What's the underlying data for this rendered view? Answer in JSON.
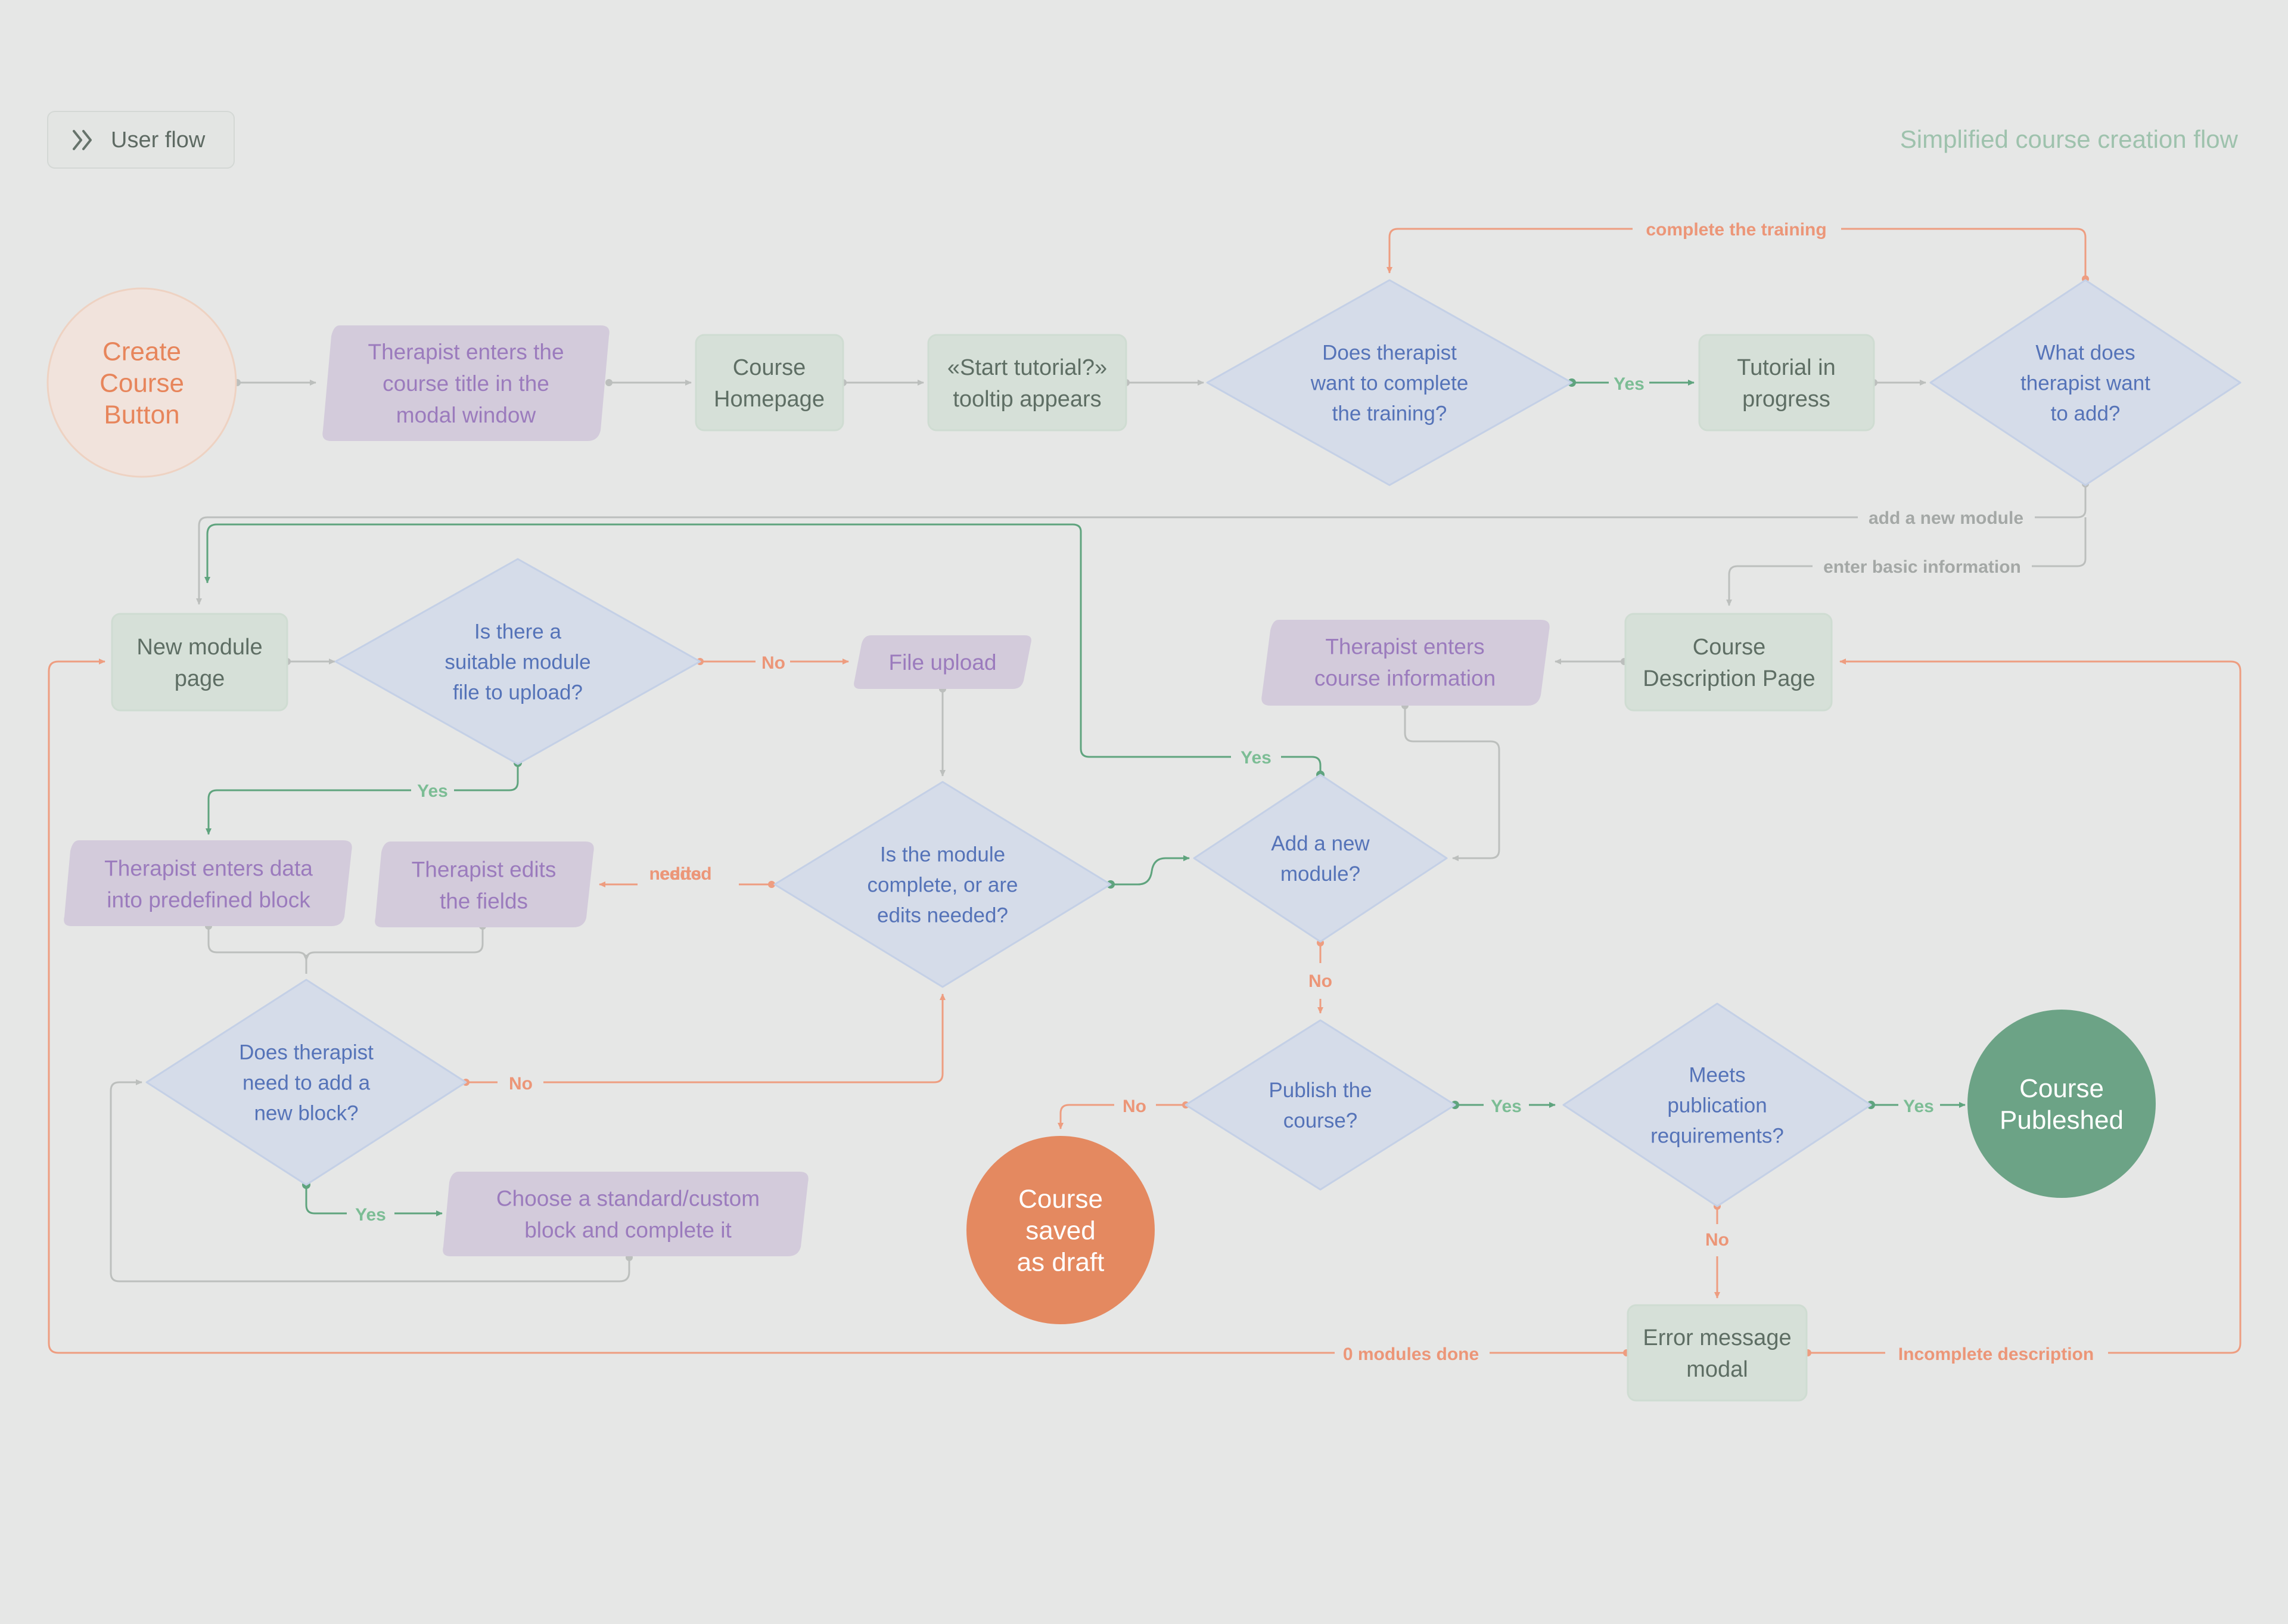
{
  "header": {
    "badge_label": "User flow",
    "subtitle": "Simplified course creation flow"
  },
  "colors": {
    "background": "#e6e7e6",
    "start_fill": "#f1e3dc",
    "start_stroke": "#eed2c2",
    "start_text": "#e7855b",
    "input_fill": "#d3cbdb",
    "input_text": "#9b7bbd",
    "process_fill": "#d6e0d8",
    "process_stroke": "#cfdcd2",
    "process_text": "#5e6e64",
    "decision_fill": "#d5dce9",
    "decision_stroke": "#c4d0e6",
    "decision_text": "#5573b8",
    "draft_fill": "#e48960",
    "published_fill": "#6ca386",
    "edge_gray": "#bcbfbd",
    "edge_orange": "#ee9d80",
    "edge_green": "#5fa47e",
    "label_gray": "#a4a8a6",
    "label_orange": "#ec9678",
    "label_green": "#7cbd95"
  },
  "nodes": {
    "create_course": "Create\nCourse\nButton",
    "enter_title": "Therapist enters the\ncourse title in the\nmodal window",
    "course_homepage": "Course\nHomepage",
    "start_tutorial": "«Start tutorial?»\ntooltip appears",
    "want_training": "Does therapist\nwant to complete\nthe training?",
    "tutorial_progress": "Tutorial in\nprogress",
    "what_add": "What does\ntherapist want\nto add?",
    "new_module_page": "New module\npage",
    "suitable_file": "Is there a\nsuitable module\nfile to upload?",
    "file_upload": "File upload",
    "enter_course_info": "Therapist enters\ncourse information",
    "course_description": "Course\nDescription Page",
    "enter_data": "Therapist enters data\ninto predefined block",
    "edit_fields": "Therapist edits\nthe fields",
    "module_complete": "Is the module\ncomplete, or are\nedits needed?",
    "add_new_module": "Add a new\nmodule?",
    "add_block": "Does therapist\nneed to add a\nnew block?",
    "choose_block": "Choose a standard/custom\nblock and complete it",
    "publish": "Publish the\ncourse?",
    "meets_req": "Meets\npublication\nrequirements?",
    "published": "Course\nPubleshed",
    "draft": "Course\nsaved\nas draft",
    "error_modal": "Error message\nmodal"
  },
  "edge_labels": {
    "complete_training": "complete the training",
    "yes_training": "Yes",
    "add_module": "add a new module",
    "basic_info": "enter basic information",
    "no_file": "No",
    "yes_file": "Yes",
    "yes_add_module": "Yes",
    "edits_needed": "edits\nneeded",
    "no_add_module": "No",
    "no_block": "No",
    "yes_block": "Yes",
    "no_publish": "No",
    "yes_publish": "Yes",
    "yes_meets": "Yes",
    "no_meets": "No",
    "zero_modules": "0 modules done",
    "incomplete_desc": "Incomplete description"
  }
}
